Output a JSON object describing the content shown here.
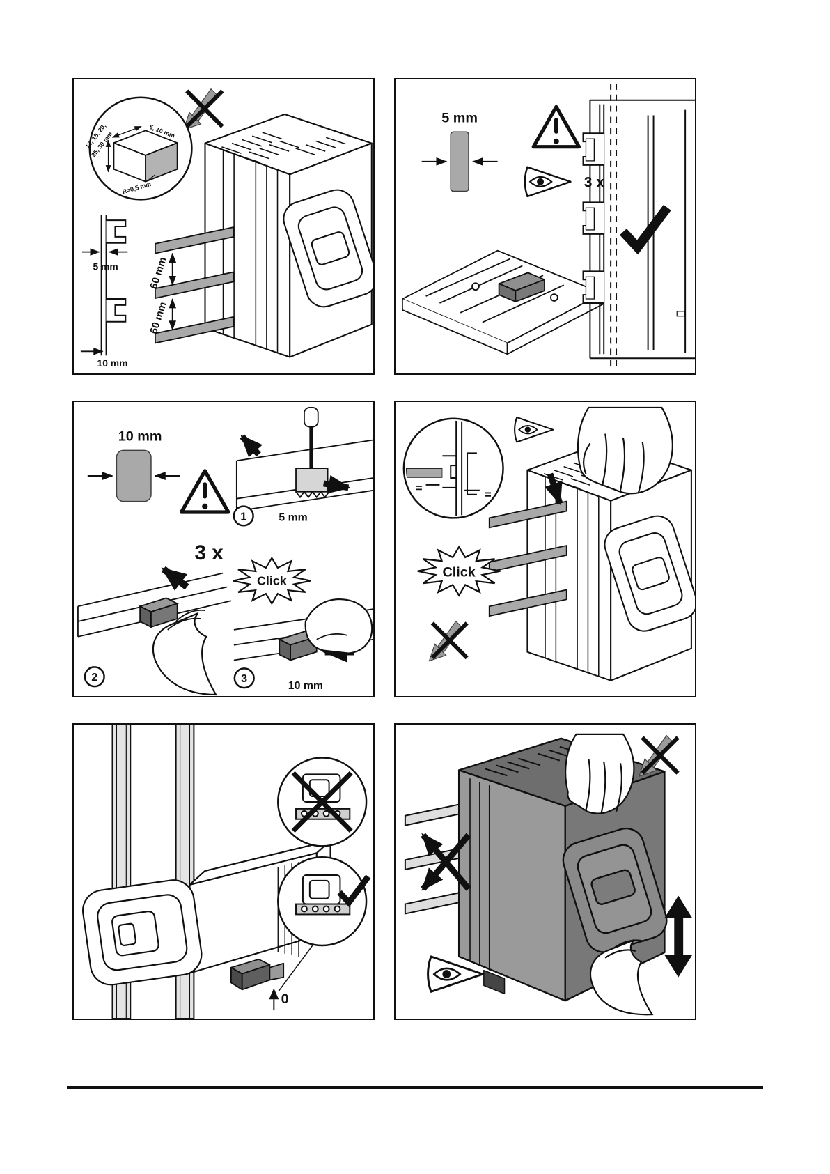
{
  "colors": {
    "ink": "#101010",
    "busbar_gray": "#a9a9a9",
    "light_busbar_gray": "#dedede",
    "device_gray": "#8a8a8a",
    "rail_gray": "#e4e4e4"
  },
  "icons": {
    "prohibited_direction": "crossed-arrow",
    "warning": "exclamation-triangle",
    "visual_check": "eye",
    "ok": "checkmark",
    "noise": "click-starburst"
  },
  "panel1": {
    "inset_heights_line1": "12, 15, 20,",
    "inset_heights_line2": "25, 30 mm",
    "inset_widths": "5, 10 mm",
    "inset_radius": "R=0,5 mm",
    "edge_dim": "5 mm",
    "pitch_top": "60 mm",
    "pitch_bottom": "60 mm",
    "depth_dim": "10 mm"
  },
  "panel2": {
    "bar_dim": "5 mm",
    "repeat": "3 x"
  },
  "panel3": {
    "bar_dim": "10 mm",
    "repeat": "3 x",
    "step1_num": "1",
    "step1_dim": "5 mm",
    "step2_num": "2",
    "step3_num": "3",
    "step3_dim": "10 mm",
    "click": "Click"
  },
  "panel4": {
    "eq_left": "=",
    "eq_right": "=",
    "click": "Click"
  },
  "panel5": {
    "zero": "0"
  }
}
